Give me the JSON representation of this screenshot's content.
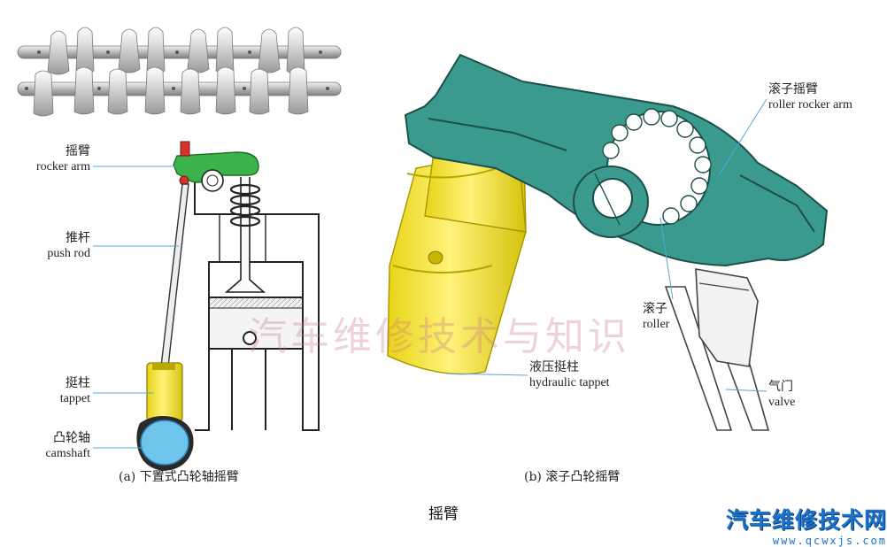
{
  "colors": {
    "rocker_green": "#3cb34a",
    "roller_teal": "#3a9a8e",
    "tappet_yellow": "#f2e12a",
    "cam_blue": "#6fc4ee",
    "leader_blue": "#4fa9dc",
    "logo_blue": "#1b73c9"
  },
  "left_labels": {
    "rocker_arm": {
      "zh": "摇臂",
      "en": "rocker arm"
    },
    "push_rod": {
      "zh": "推杆",
      "en": "push rod"
    },
    "tappet": {
      "zh": "挺柱",
      "en": "tappet"
    },
    "camshaft": {
      "zh": "凸轮轴",
      "en": "camshaft"
    }
  },
  "right_labels": {
    "roller_rocker_arm": {
      "zh": "滚子摇臂",
      "en": "roller rocker arm"
    },
    "roller": {
      "zh": "滚子",
      "en": "roller"
    },
    "hydraulic_tappet": {
      "zh": "液压挺柱",
      "en": "hydraulic tappet"
    },
    "valve": {
      "zh": "气门",
      "en": "valve"
    }
  },
  "captions": {
    "left": "(a) 下置式凸轮轴摇臂",
    "right": "(b) 滚子凸轮摇臂"
  },
  "title": "摇臂",
  "watermark": "汽车维修技术与知识",
  "logo": {
    "text": "汽车维修技术网",
    "url": "www.qcwxjs.com"
  }
}
